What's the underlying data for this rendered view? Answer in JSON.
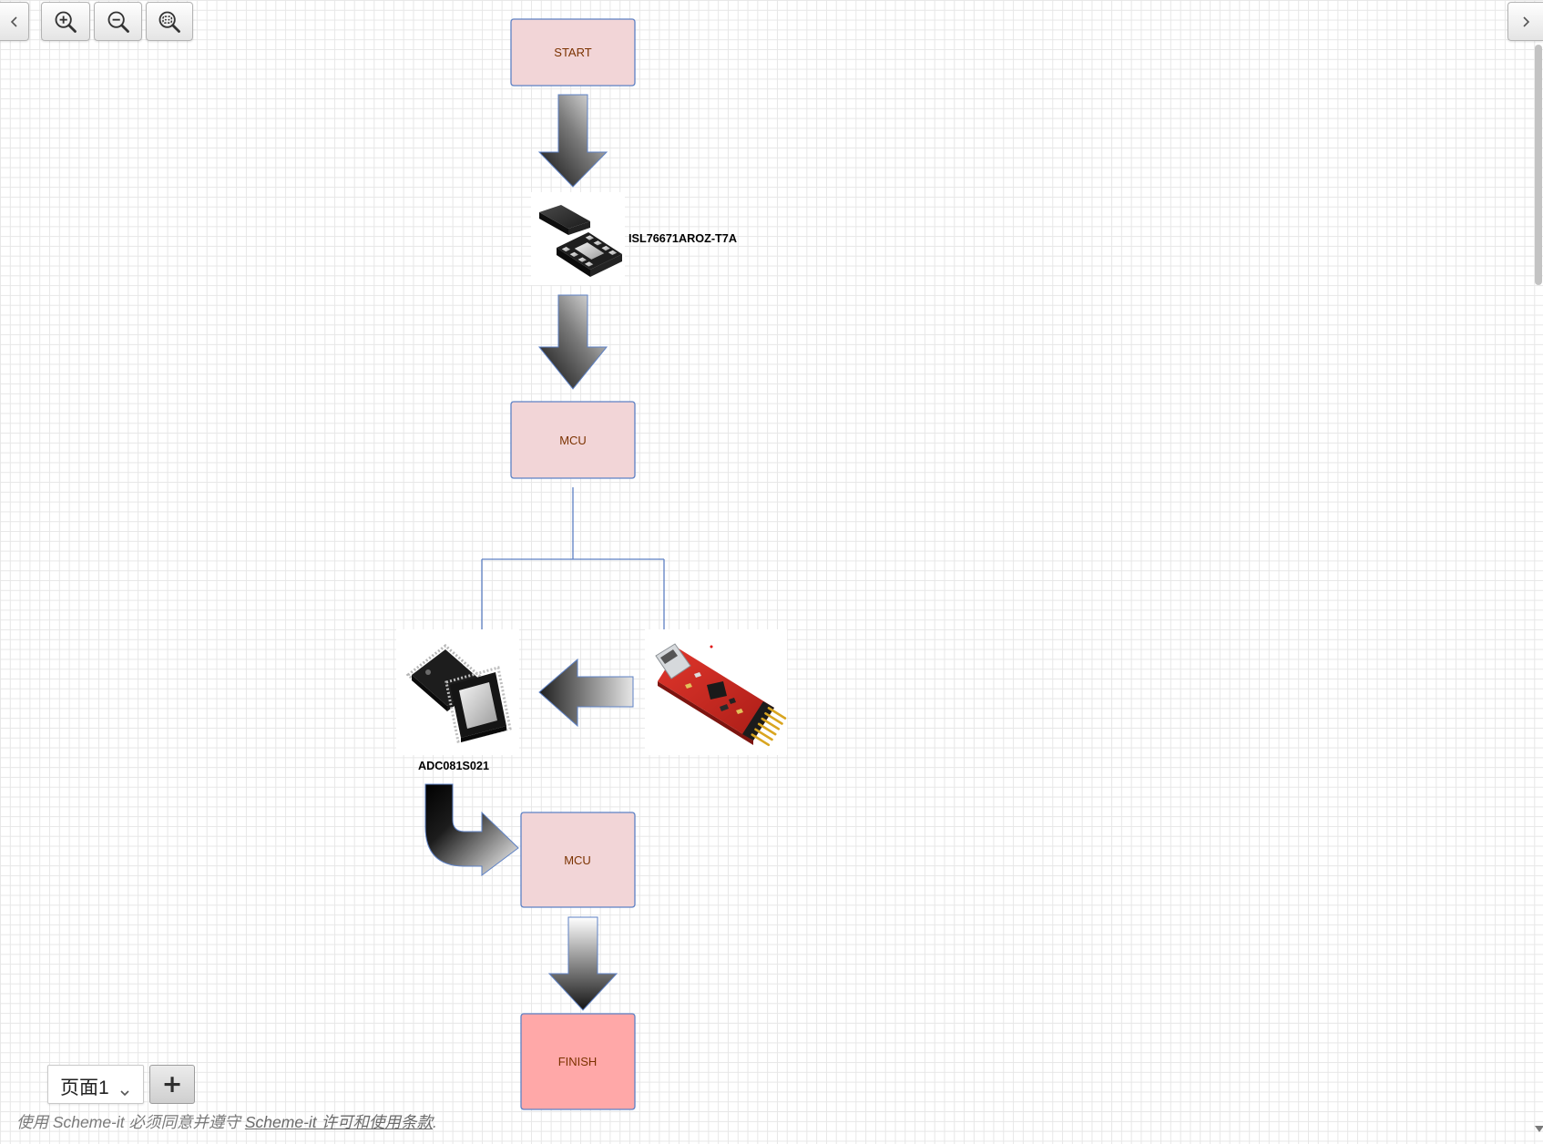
{
  "toolbar": {
    "prev_icon": "chevron-left-icon",
    "zoom_in_icon": "zoom-in-icon",
    "zoom_out_icon": "zoom-out-icon",
    "zoom_fit_icon": "zoom-fit-icon",
    "next_icon": "chevron-right-icon"
  },
  "diagram": {
    "blocks": {
      "start": "START",
      "mcu_1": "MCU",
      "mcu_2": "MCU",
      "finish": "FINISH"
    },
    "parts": {
      "regulator_label": "ISL76671AROZ-T7A",
      "adc_label": "ADC081S021"
    },
    "colors": {
      "block_fill": "#f2d5d7",
      "finish_fill": "#ffa8a8",
      "block_stroke": "#5d80c4",
      "block_text": "#7b3200",
      "connector": "#5d80c4"
    }
  },
  "scrollbar": {
    "down_icon": "triangle-down-icon"
  },
  "pages": {
    "current_page": "页面1",
    "dropdown_icon": "caret-down-icon",
    "add_page_label": "+"
  },
  "footer": {
    "prefix": "使用 Scheme-it 必须同意并遵守 ",
    "link": "Scheme-it 许可和使用条款",
    "suffix": "."
  }
}
